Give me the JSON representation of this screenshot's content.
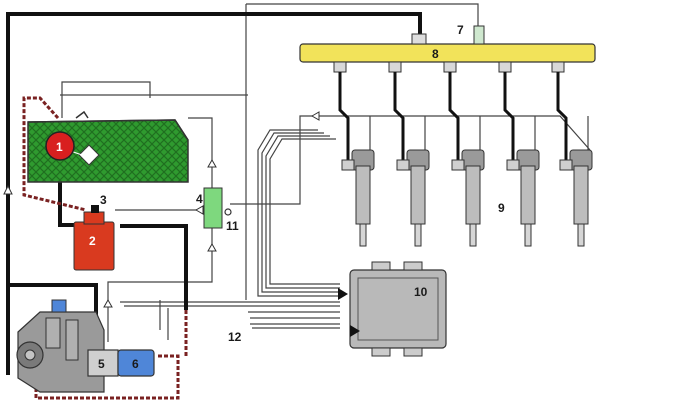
{
  "colors": {
    "rail": "#f2e35a",
    "tank_fuel": "#2f9a2f",
    "tank_hatch": "#1f6e1f",
    "lift_pump": "#d81f1f",
    "filter": "#d93a1f",
    "valve": "#7ed87e",
    "ecu": "#b9b9b9",
    "actuator_blue": "#4f86d8",
    "pump_body": "#9a9a9a",
    "return_line": "#7a2222",
    "hp_line": "#111111",
    "sensor_wire": "#444444",
    "injector": "#bdbdbd"
  },
  "labels": {
    "lift_pump": "1",
    "filter": "2",
    "filter_bleed": "3",
    "valve": "4",
    "pump_valve": "5",
    "pump_actuator": "6",
    "pressure_sensor": "7",
    "rail": "8",
    "injectors": "9",
    "ecu": "10",
    "valve_port": "11",
    "harness": "12"
  }
}
